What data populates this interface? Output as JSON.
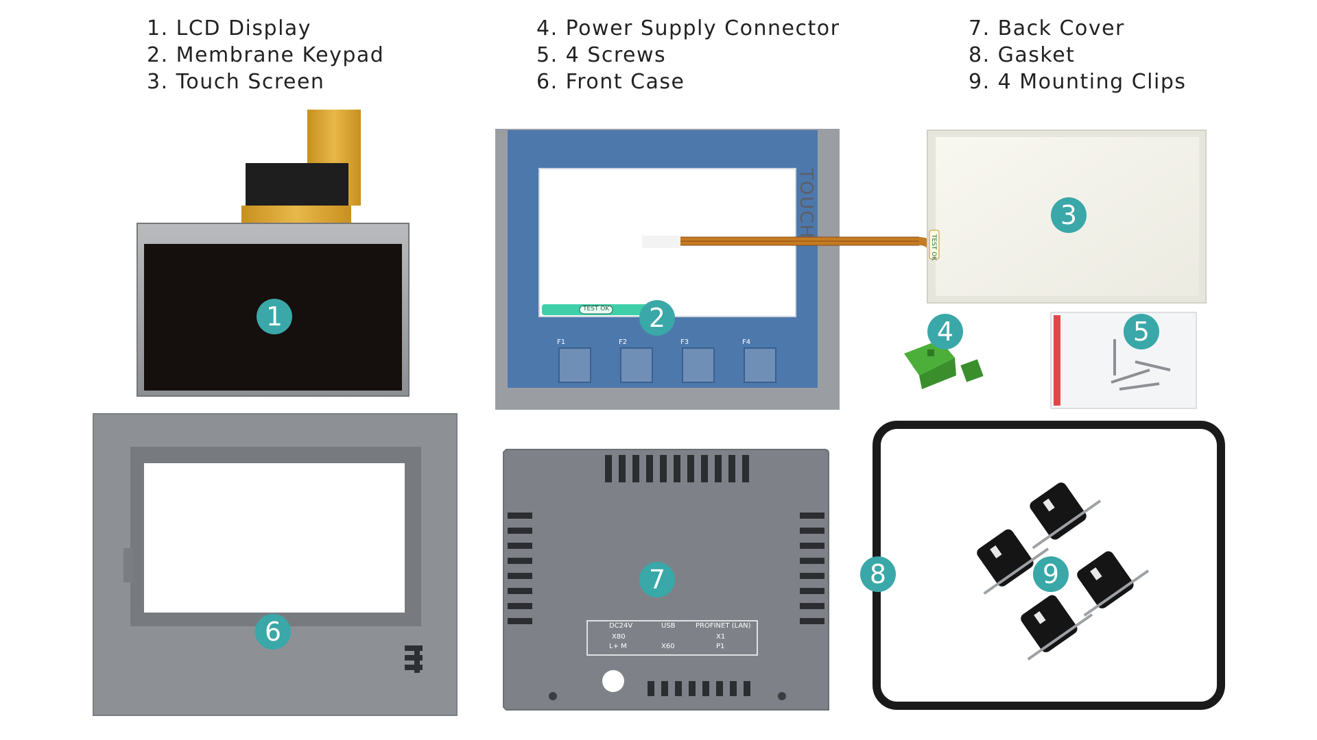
{
  "legend": {
    "col1": [
      "1. LCD Display",
      "2. Membrane Keypad",
      "3. Touch Screen"
    ],
    "col2": [
      "4. Power Supply Connector",
      "5. 4 Screws",
      "6. Front Case"
    ],
    "col3": [
      "7. Back Cover",
      "8. Gasket",
      "9. 4 Mounting Clips"
    ]
  },
  "badges": [
    "1",
    "2",
    "3",
    "4",
    "5",
    "6",
    "7",
    "8",
    "9"
  ],
  "keypad": {
    "touch_text": "TOUCH",
    "test_tag": "TEST OK",
    "function_keys": [
      "F1",
      "F2",
      "F3",
      "F4"
    ]
  },
  "touch_screen": {
    "test_tag": "TEST OK"
  },
  "back_cover": {
    "ports": [
      "DC24V",
      "X80",
      "L+  M",
      "USB",
      "X60",
      "PROFINET (LAN)",
      "X1",
      "P1"
    ]
  },
  "colors": {
    "badge": "#3aa7a8",
    "keypad_blue": "#4d78ac",
    "case_gray": "#8d9196",
    "cover_gray": "#7e8288",
    "connector_green": "#4caf3a",
    "gasket": "#1a1a1a"
  }
}
